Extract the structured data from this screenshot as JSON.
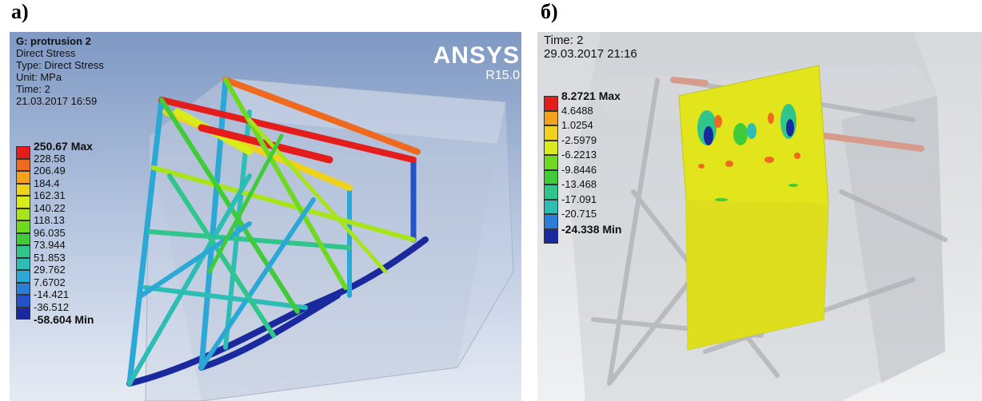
{
  "panels": [
    {
      "label": "а)",
      "info": {
        "title": "G: protrusion 2",
        "lines": [
          "Direct Stress",
          "Type: Direct Stress",
          "Unit: MPa",
          "Time: 2",
          "21.03.2017 16:59"
        ]
      },
      "brand": {
        "name": "ANSYS",
        "version": "R15.0"
      },
      "legend": {
        "labels": [
          "250.67 Max",
          "228.58",
          "206.49",
          "184.4",
          "162.31",
          "140.22",
          "118.13",
          "96.035",
          "73.944",
          "51.853",
          "29.762",
          "7.6702",
          "-14.421",
          "-36.512",
          "-58.604 Min"
        ],
        "colors": [
          "#e51c1c",
          "#ef6a1f",
          "#f3a21d",
          "#eed21b",
          "#d8ec1c",
          "#a8e41c",
          "#6fd81f",
          "#3fcc38",
          "#2fc58b",
          "#2ebdb5",
          "#2ba8d6",
          "#2a7ed8",
          "#2453c9",
          "#1a2a9e"
        ]
      }
    },
    {
      "label": "б)",
      "info": {
        "title": "",
        "lines": [
          "Time: 2",
          "29.03.2017 21:16"
        ]
      },
      "legend": {
        "labels": [
          "8.2721 Max",
          "4.6488",
          "1.0254",
          "-2.5979",
          "-6.2213",
          "-9.8446",
          "-13.468",
          "-17.091",
          "-20.715",
          "-24.338 Min"
        ],
        "colors": [
          "#e51c1c",
          "#f3a21d",
          "#eed21b",
          "#d8ec1c",
          "#6fd81f",
          "#3fcc38",
          "#2fc58b",
          "#2ebdb5",
          "#2a7ed8",
          "#1a2a9e"
        ]
      }
    }
  ]
}
